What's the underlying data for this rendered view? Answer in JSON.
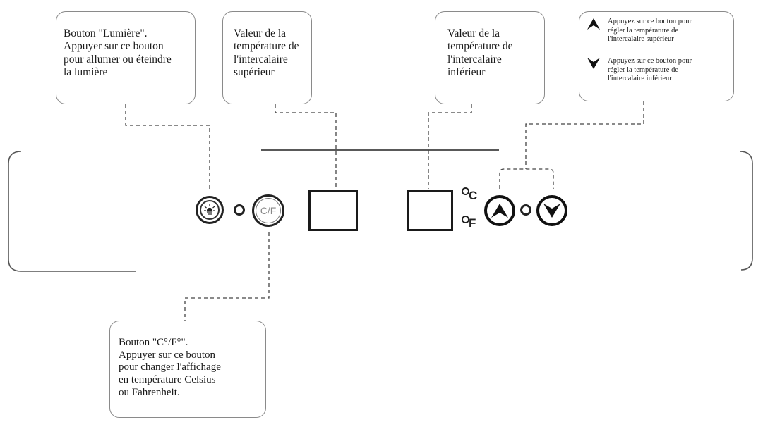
{
  "callouts": {
    "light_button": "Bouton \"Lumière\".\nAppuyer sur ce bouton\npour allumer ou éteindre\nla lumière",
    "upper_temp": "Valeur de la\ntempérature de\nl'intercalaire\nsupérieur",
    "lower_temp": "Valeur de la\ntempérature de\nl'intercalaire\ninférieur",
    "up_arrow": "Appuyez sur ce bouton pour\nrégler la température de\nl'intercalaire supérieur",
    "down_arrow": "Appuyez sur ce bouton pour\nrégler la température de\nl'intercalaire inférieur",
    "cf_button": "Bouton \"C°/F°\".\nAppuyer sur ce bouton\npour changer l'affichage\nen température Celsius\nou Fahrenheit."
  },
  "panel": {
    "cf_button_label": "C/F",
    "unit_celsius": "C",
    "unit_fahrenheit": "F"
  },
  "icons": {
    "light": "light-bulb-icon",
    "up": "chevron-up-icon",
    "down": "chevron-down-icon"
  }
}
